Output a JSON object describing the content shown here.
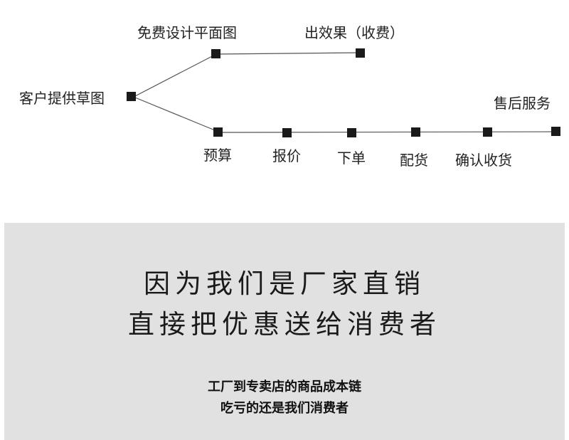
{
  "flow": {
    "start": "客户提供草图",
    "upper": [
      "免费设计平面图",
      "出效果（收费）"
    ],
    "lower": [
      "预算",
      "报价",
      "下单",
      "配货",
      "确认收货",
      "售后服务"
    ]
  },
  "banner": {
    "headline_1": "因为我们是厂家直销",
    "headline_2": "直接把优惠送给消费者",
    "sub_1": "工厂到专卖店的商品成本链",
    "sub_2": "吃亏的还是我们消费者"
  },
  "colors": {
    "node": "#1a1a1a",
    "line": "#555555",
    "banner_bg": "#e1e1e1"
  }
}
